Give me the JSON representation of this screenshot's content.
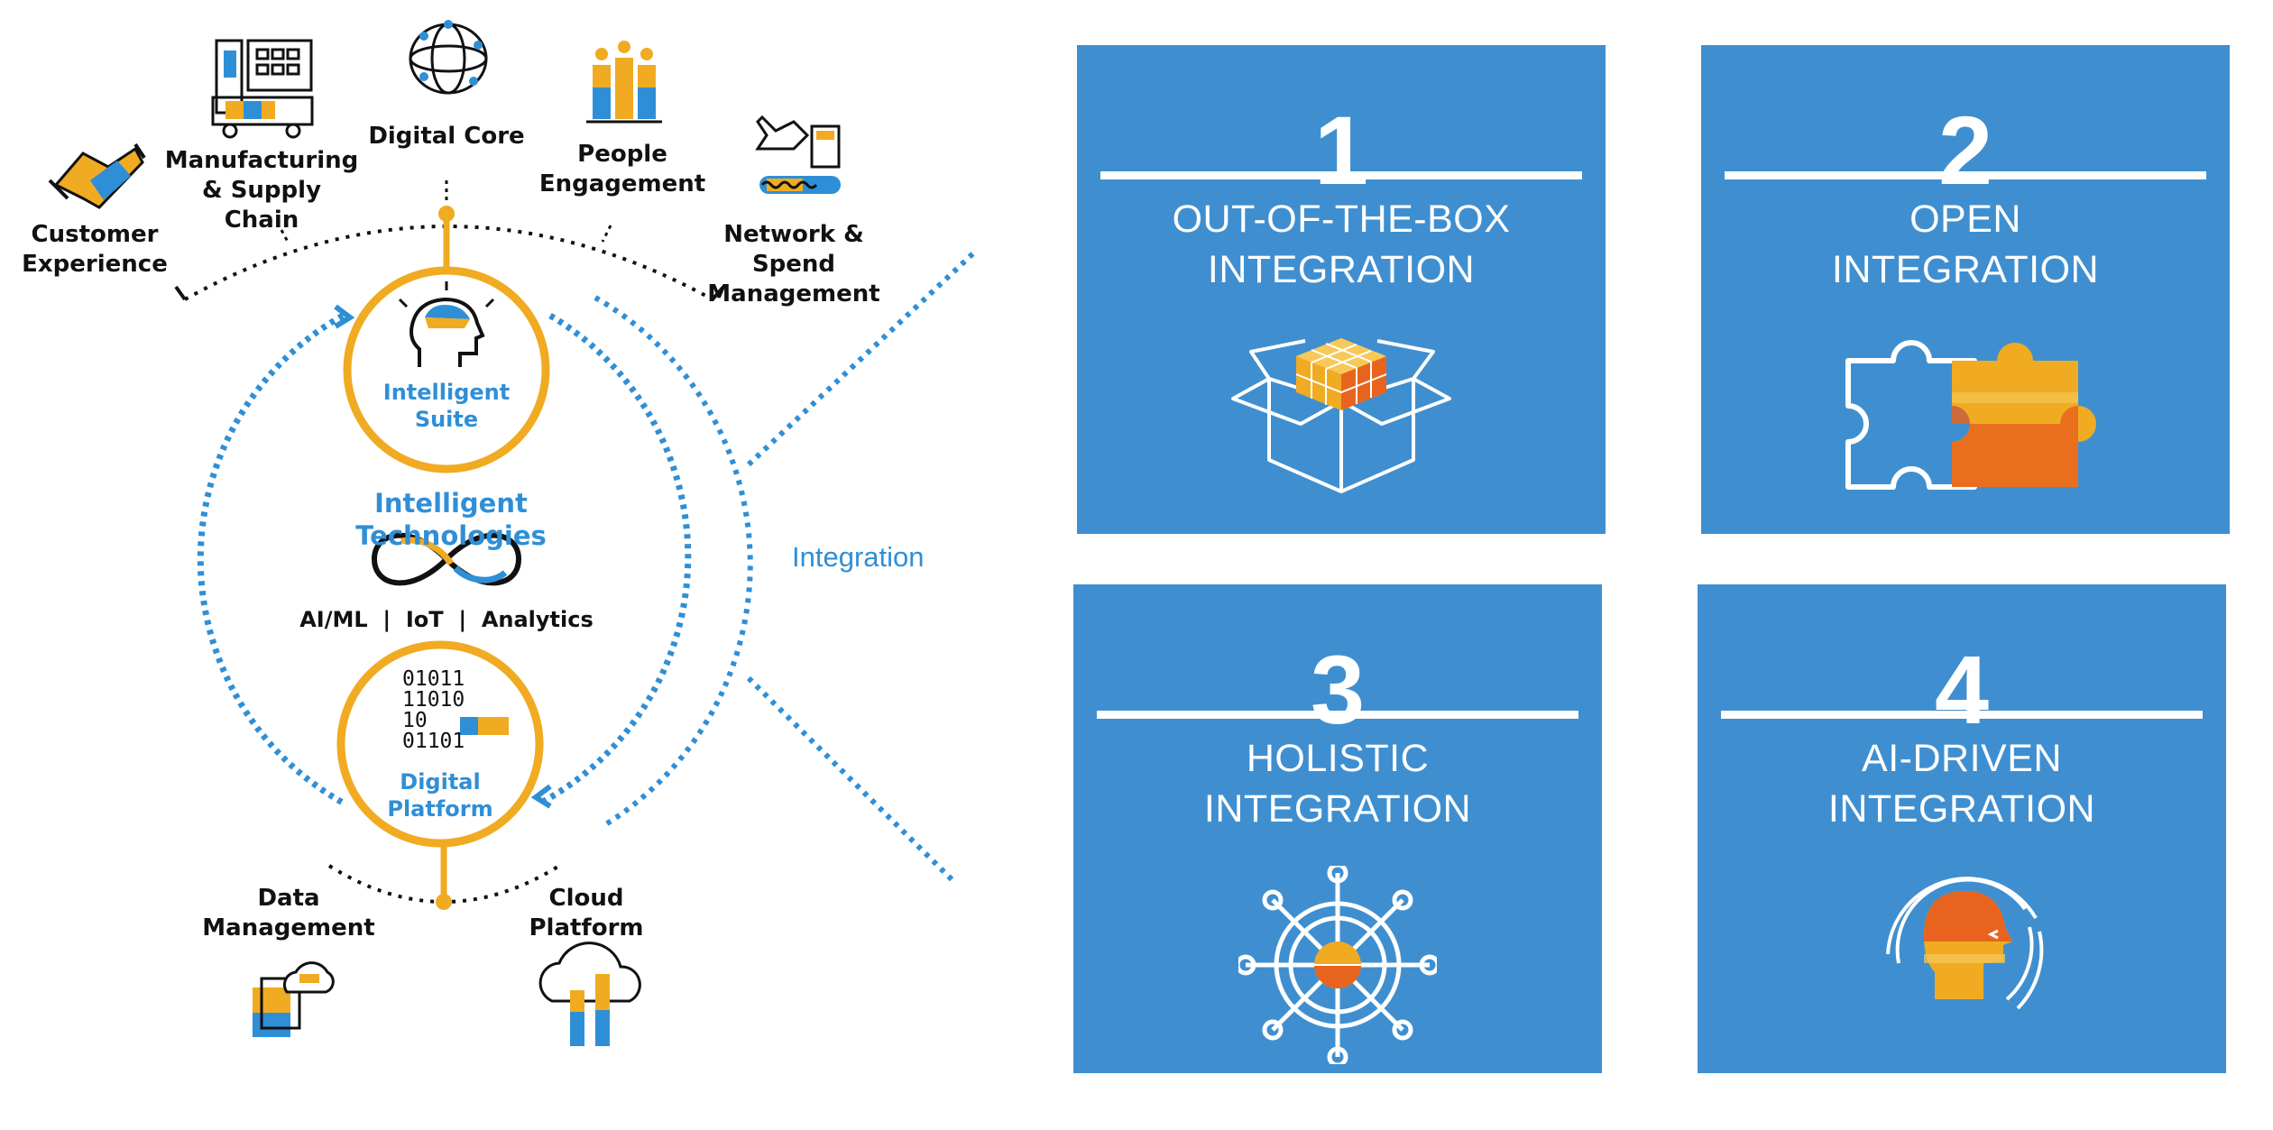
{
  "diagram": {
    "top_nodes": [
      {
        "key": "customer",
        "label": "Customer\nExperience",
        "icon": "handshake-icon"
      },
      {
        "key": "manufacturing",
        "label": "Manufacturing\n& Supply Chain",
        "icon": "factory-icon"
      },
      {
        "key": "digital_core",
        "label": "Digital Core",
        "icon": "globe-network-icon"
      },
      {
        "key": "people",
        "label": "People\nEngagement",
        "icon": "people-icon"
      },
      {
        "key": "network",
        "label": "Network & Spend\nManagement",
        "icon": "plane-calculator-icon"
      }
    ],
    "intelligent_suite": "Intelligent\nSuite",
    "intelligent_technologies": "Intelligent Technologies",
    "tech_list": "AI/ML  |  IoT  |  Analytics",
    "binary_lines": [
      "01011",
      "11010",
      "10",
      "01101"
    ],
    "digital_platform": "Digital\nPlatform",
    "bottom_nodes": [
      {
        "key": "data",
        "label": "Data\nManagement",
        "icon": "documents-cloud-icon"
      },
      {
        "key": "cloud",
        "label": "Cloud\nPlatform",
        "icon": "cloud-bars-icon"
      }
    ],
    "integration_label": "Integration",
    "colors": {
      "blue": "#2f8fd6",
      "gold": "#f0ab22",
      "orange": "#e8641e",
      "dark": "#111111"
    }
  },
  "cards": [
    {
      "number": "1",
      "title": "OUT-OF-THE-BOX\nINTEGRATION",
      "icon": "open-box-icon"
    },
    {
      "number": "2",
      "title": "OPEN\nINTEGRATION",
      "icon": "puzzle-icon"
    },
    {
      "number": "3",
      "title": "HOLISTIC\nINTEGRATION",
      "icon": "ship-wheel-icon"
    },
    {
      "number": "4",
      "title": "AI-DRIVEN\nINTEGRATION",
      "icon": "ai-head-icon"
    }
  ],
  "card_color": "#3f8fd0"
}
